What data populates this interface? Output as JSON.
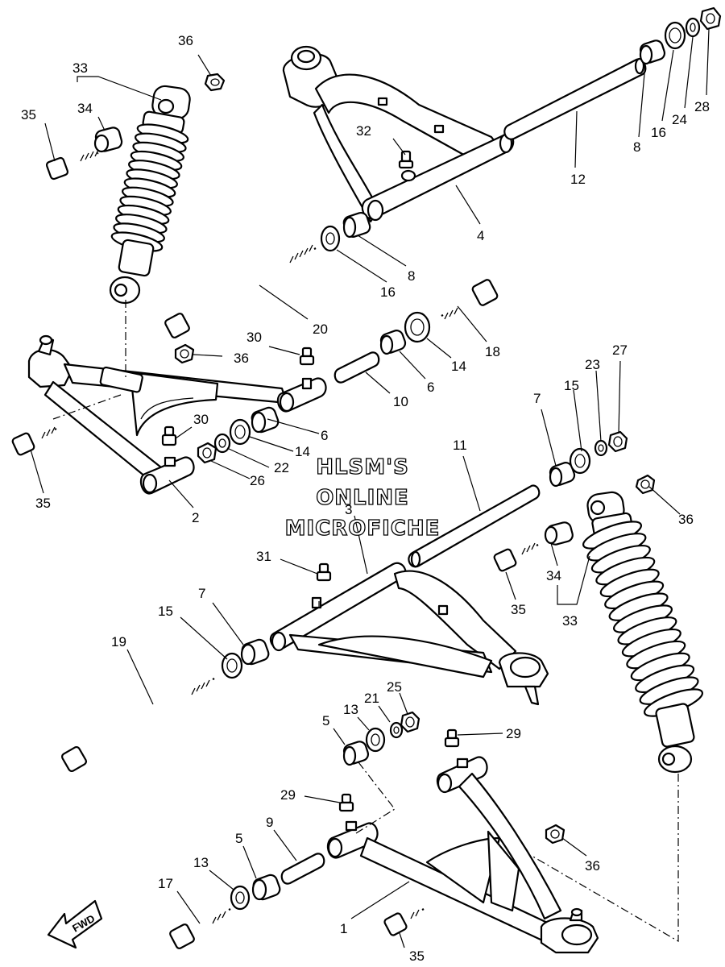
{
  "watermark": {
    "line1": "HLSM'S",
    "line2": "ONLINE",
    "line3": "MICROFICHE"
  },
  "fwd_label": "FWD",
  "callouts": {
    "c1": "1",
    "c2": "2",
    "c3": "3",
    "c4": "4",
    "c5a": "5",
    "c5b": "5",
    "c6a": "6",
    "c6b": "6",
    "c7a": "7",
    "c7b": "7",
    "c8a": "8",
    "c8b": "8",
    "c9": "9",
    "c10": "10",
    "c11": "11",
    "c12": "12",
    "c13a": "13",
    "c13b": "13",
    "c14a": "14",
    "c14b": "14",
    "c15a": "15",
    "c15b": "15",
    "c16a": "16",
    "c16b": "16",
    "c17": "17",
    "c18": "18",
    "c19": "19",
    "c20": "20",
    "c21": "21",
    "c22": "22",
    "c23": "23",
    "c24": "24",
    "c25": "25",
    "c26": "26",
    "c27": "27",
    "c28": "28",
    "c29a": "29",
    "c29b": "29",
    "c30a": "30",
    "c30b": "30",
    "c31": "31",
    "c32": "32",
    "c33a": "33",
    "c33b": "33",
    "c34a": "34",
    "c34b": "34",
    "c35a": "35",
    "c35b": "35",
    "c35c": "35",
    "c35d": "35",
    "c36a": "36",
    "c36b": "36",
    "c36c": "36",
    "c36d": "36"
  }
}
